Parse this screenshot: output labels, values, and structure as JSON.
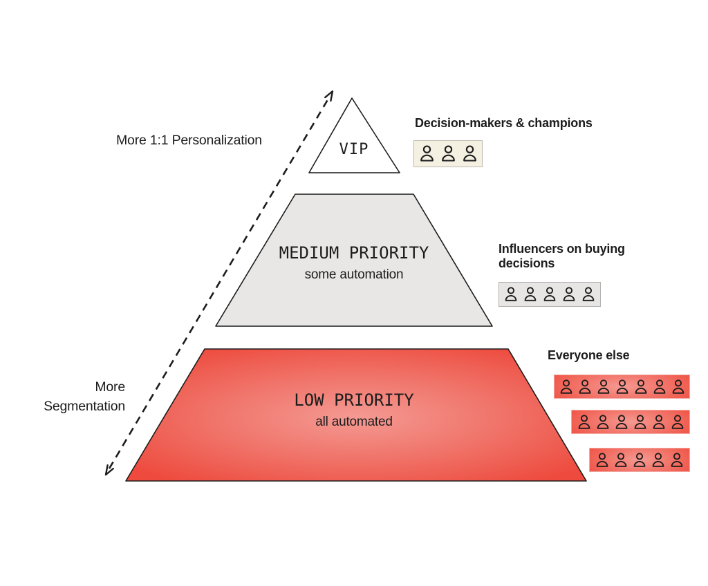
{
  "axis": {
    "top_label": "More 1:1 Personalization",
    "bottom_label": "More Segmentation"
  },
  "pyramid": {
    "tiers": [
      {
        "name": "vip",
        "title": "VIP",
        "subtitle": ""
      },
      {
        "name": "medium",
        "title": "MEDIUM PRIORITY",
        "subtitle": "some automation"
      },
      {
        "name": "low",
        "title": "LOW PRIORITY",
        "subtitle": "all automated"
      }
    ]
  },
  "legend": {
    "items": [
      {
        "tier": "vip",
        "label": "Decision-makers & champions",
        "count": 3
      },
      {
        "tier": "medium",
        "label": "Influencers on buying decisions",
        "count": 5
      },
      {
        "tier": "low",
        "label": "Everyone else",
        "rows": [
          7,
          6,
          5
        ]
      }
    ]
  },
  "colors": {
    "background": "#ffffff",
    "line": "#1c1c1c",
    "tier_vip_fill": "#ffffff",
    "tier_medium_fill": "#e8e7e5",
    "tier_low_red_center": "#f49a93",
    "tier_low_red_mid": "#f0746a",
    "tier_low_red_edge": "#ee4b3e",
    "legend_vip_box_bg": "#f4f1e3",
    "legend_medium_box_bg": "#e7e6e4",
    "legend_red_row_border": "#f2aaa2"
  }
}
